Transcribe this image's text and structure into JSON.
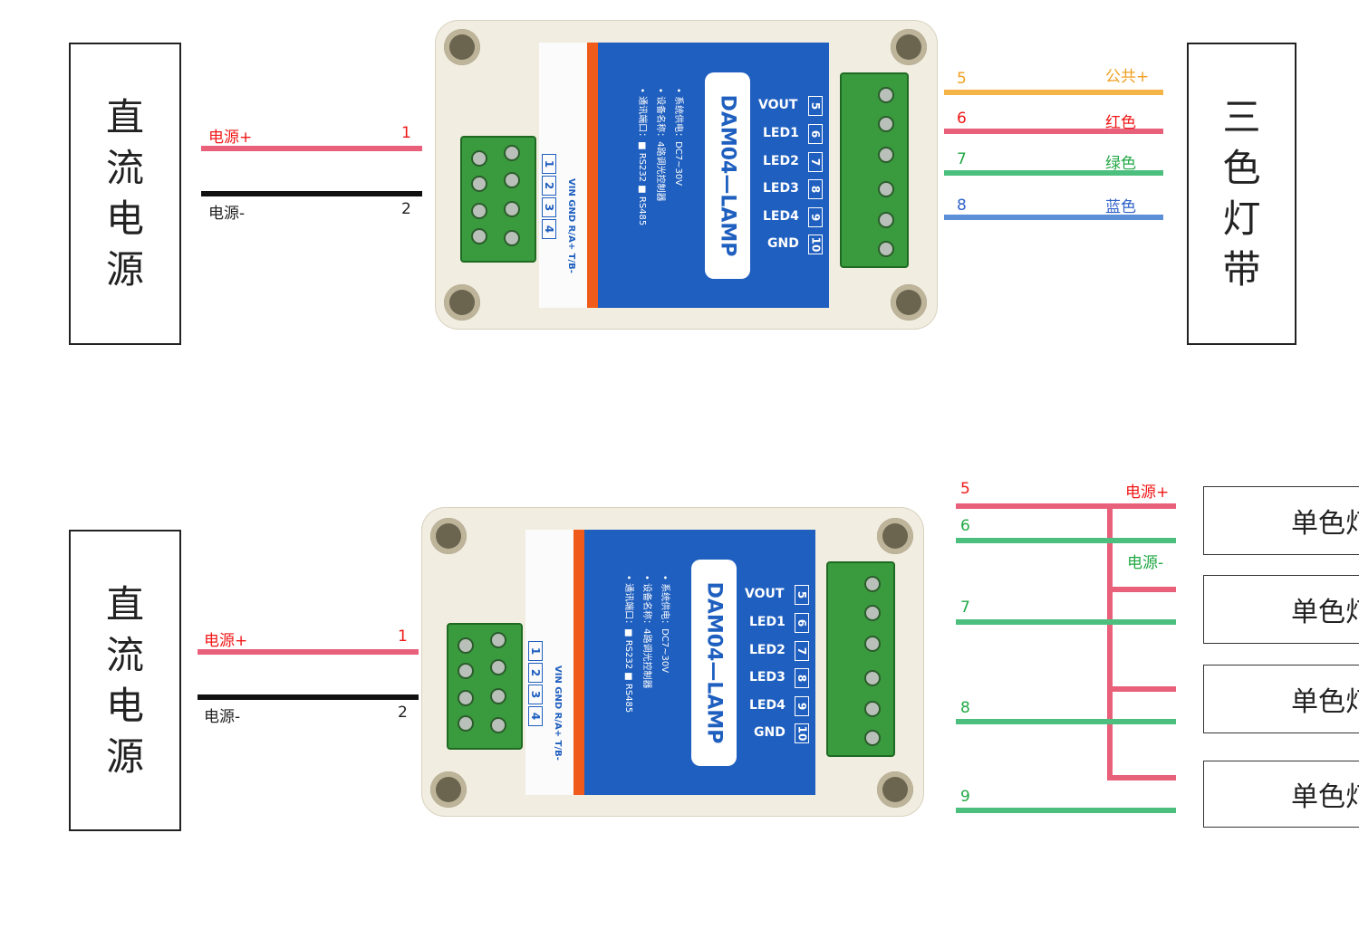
{
  "colors": {
    "power_plus": "#e8607a",
    "power_minus": "#111111",
    "common": "#f5b446",
    "red": "#e8607a",
    "green": "#4cbf7f",
    "blue": "#5b8fd8",
    "label_red": "#f01818",
    "label_orange": "#f0a020",
    "label_green": "#22a845",
    "label_blue": "#2f62c8",
    "device_blue": "#1f5fbf"
  },
  "device": {
    "model": "DAM04—LAMP",
    "outputs": [
      "VOUT",
      "LED1",
      "LED2",
      "LED3",
      "LED4",
      "GND"
    ],
    "output_nums": [
      "5",
      "6",
      "7",
      "8",
      "9",
      "10"
    ],
    "inputs": "VIN GND R/A+ T/B-",
    "input_nums": [
      "1",
      "2",
      "3",
      "4"
    ],
    "spec1": "• 系统供电：DC7~30V",
    "spec2": "• 设备名称：4路调光控制器",
    "spec3": "• 通讯端口：■ RS232 ■ RS485"
  },
  "top": {
    "source": [
      "直",
      "流",
      "电",
      "源"
    ],
    "plus_label": "电源+",
    "plus_num": "1",
    "minus_label": "电源-",
    "minus_num": "2",
    "strip": [
      "三",
      "色",
      "灯",
      "带"
    ],
    "out": [
      {
        "num": "5",
        "name": "公共+"
      },
      {
        "num": "6",
        "name": "红色"
      },
      {
        "num": "7",
        "name": "绿色"
      },
      {
        "num": "8",
        "name": "蓝色"
      }
    ]
  },
  "bottom": {
    "source": [
      "直",
      "流",
      "电",
      "源"
    ],
    "plus_label": "电源+",
    "plus_num": "1",
    "minus_label": "电源-",
    "minus_num": "2",
    "out_nums": [
      "5",
      "6",
      "7",
      "8",
      "9"
    ],
    "rail_plus": "电源+",
    "rail_minus": "电源-",
    "lamps": [
      "单色灯",
      "单色灯",
      "单色灯",
      "单色灯"
    ]
  }
}
